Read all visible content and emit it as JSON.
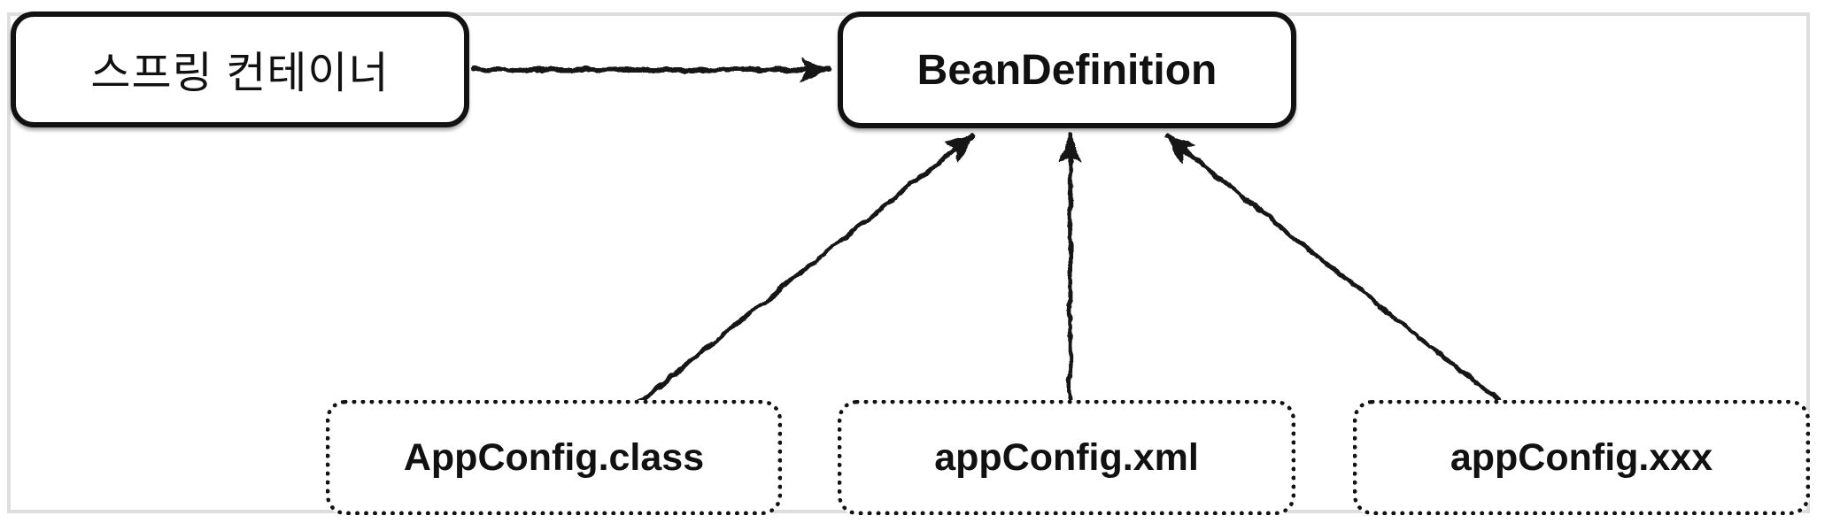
{
  "diagram": {
    "background_color": "#ffffff",
    "frame_color": "#dedede",
    "line_color": "#161616",
    "text_color": "#111111",
    "nodes": [
      {
        "id": "spring-container",
        "label": "스프링 컨테이너",
        "border": "solid"
      },
      {
        "id": "bean-definition",
        "label": "BeanDefinition",
        "border": "solid"
      },
      {
        "id": "appconfig-class",
        "label": "AppConfig.class",
        "border": "dotted"
      },
      {
        "id": "appconfig-xml",
        "label": "appConfig.xml",
        "border": "dotted"
      },
      {
        "id": "appconfig-xxx",
        "label": "appConfig.xxx",
        "border": "dotted"
      }
    ],
    "edges": [
      {
        "from": "spring-container",
        "to": "bean-definition",
        "style": "sketchy-arrow"
      },
      {
        "from": "appconfig-class",
        "to": "bean-definition",
        "style": "sketchy-arrow"
      },
      {
        "from": "appconfig-xml",
        "to": "bean-definition",
        "style": "sketchy-arrow"
      },
      {
        "from": "appconfig-xxx",
        "to": "bean-definition",
        "style": "sketchy-arrow"
      }
    ]
  }
}
